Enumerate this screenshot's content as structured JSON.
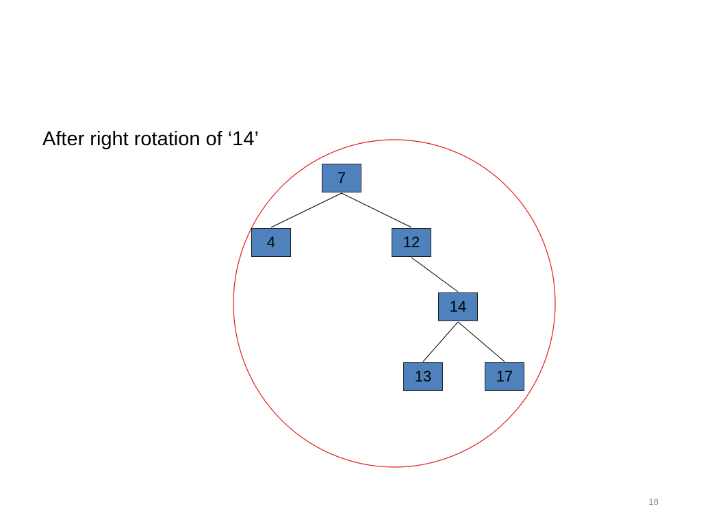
{
  "slide": {
    "title": "After right rotation of ‘14’",
    "page_number": "18"
  },
  "tree": {
    "nodes": [
      {
        "id": "n7",
        "label": "7"
      },
      {
        "id": "n4",
        "label": "4"
      },
      {
        "id": "n12",
        "label": "12"
      },
      {
        "id": "n14",
        "label": "14"
      },
      {
        "id": "n13",
        "label": "13"
      },
      {
        "id": "n17",
        "label": "17"
      }
    ],
    "edges": [
      {
        "from": "7",
        "to": "4"
      },
      {
        "from": "7",
        "to": "12"
      },
      {
        "from": "12",
        "to": "14"
      },
      {
        "from": "14",
        "to": "13"
      },
      {
        "from": "14",
        "to": "17"
      }
    ]
  },
  "colors": {
    "node_fill": "#4f81bd",
    "node_border": "#1f1f1f",
    "highlight_circle": "#e31a1c",
    "edge": "#000000"
  }
}
